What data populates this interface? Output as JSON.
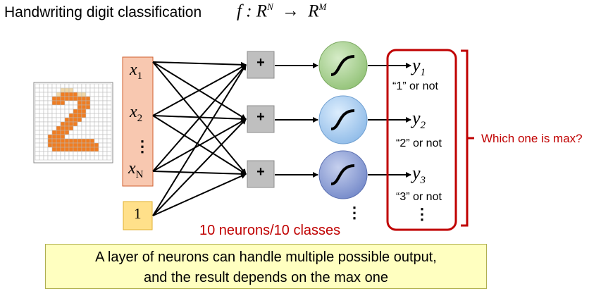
{
  "title": "Handwriting digit classification",
  "formula": {
    "f": "f",
    "colon": ":",
    "domain": "R",
    "domain_exp": "N",
    "arrow": "→",
    "codomain": "R",
    "codomain_exp": "M"
  },
  "inputs": {
    "x": "x",
    "sub1": "1",
    "sub2": "2",
    "subN": "N",
    "vdots": "⋮"
  },
  "bias": "1",
  "sum_symbol": "+",
  "outputs": [
    {
      "y": "y",
      "sub": "1",
      "label": "“1” or not"
    },
    {
      "y": "y",
      "sub": "2",
      "label": "“2” or not"
    },
    {
      "y": "y",
      "sub": "3",
      "label": "“3” or not"
    }
  ],
  "output_vdots": "⋮",
  "neuron_vdots": "⋮",
  "max_question": "Which one is max?",
  "neurons_caption": "10 neurons/10 classes",
  "summary": {
    "line1": "A layer of neurons can handle multiple possible output,",
    "line2": "and the result depends on the max one"
  },
  "colors": {
    "input_fill": "#f8c8b0",
    "input_border": "#d06030",
    "bias_fill": "#ffe08a",
    "bias_border": "#e0b030",
    "neuron1": "#a6cf8c",
    "neuron2": "#a9cdf2",
    "neuron3": "#8c9fd6",
    "accent_red": "#c00000",
    "digit_orange": "#ef7d22"
  }
}
